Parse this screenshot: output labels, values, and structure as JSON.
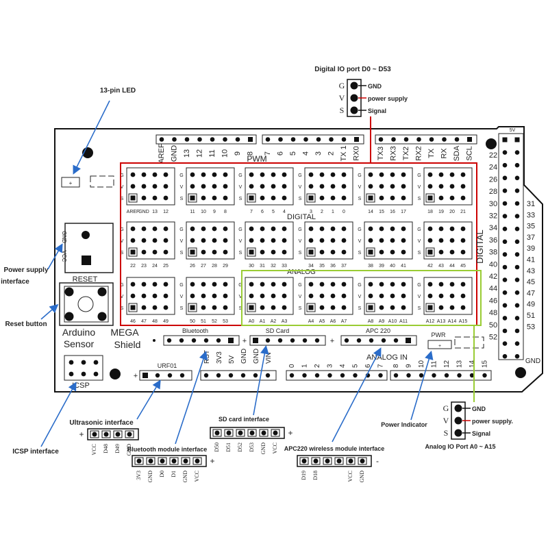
{
  "annotations": {
    "digital_io": "Digital IO port D0 ~ D53",
    "led13": "13-pin LED",
    "power_supply_1": "Power supply",
    "power_supply_2": "interface",
    "reset_button": "Reset button",
    "ultrasonic": "Ultrasonic interface",
    "icsp": "ICSP interface",
    "bluetooth": "Bluetooth module interface",
    "sdcard": "SD card interface",
    "apc220": "APC220 wireless module interface",
    "power_indicator": "Power Indicator",
    "analog_io": "Analog IO Port A0 ~ A15"
  },
  "legend_top": {
    "g": "G",
    "v": "V",
    "s": "S",
    "gnd": "GND",
    "power": "power supply",
    "signal": "Signal"
  },
  "legend_bottom": {
    "g": "G",
    "v": "V",
    "s": "S",
    "gnd": "GND",
    "power": "power supply.",
    "signal": "Signal"
  },
  "board": {
    "pwm": "PWM",
    "digital_mid": "DIGITAL",
    "digital_side": "DIGITAL",
    "analog_faint": "ANALOG",
    "analog_in": "ANALOG IN",
    "reset": "RESET",
    "arduino": "Arduino",
    "sensor": "Sensor",
    "mega": "MEGA",
    "shield": "Shield",
    "icsp": "ICSP",
    "bluetooth": "Bluetooth",
    "sdcard": "SD Card",
    "apc220": "APC 220",
    "urf01": "URF01",
    "pwr": "PWR",
    "gnd_vert": "GND",
    "vcc_vert": "VCC",
    "gnd_corner": "GND",
    "five_v": "5V"
  },
  "top_header": [
    "AREF",
    "GND",
    "13",
    "12",
    "11",
    "10",
    "9",
    "8",
    "7",
    "6",
    "5",
    "4",
    "3",
    "2",
    "TX 1",
    "RX0",
    "TX3",
    "RX3",
    "TX2",
    "RX2",
    "TX",
    "RX",
    "SDA",
    "SCL"
  ],
  "row1_labels": [
    "AREF",
    "GND",
    "13",
    "12",
    "11",
    "10",
    "9",
    "8",
    "7",
    "6",
    "5",
    "4",
    "3",
    "2",
    "1",
    "0",
    "14",
    "15",
    "16",
    "17",
    "18",
    "19",
    "20",
    "21"
  ],
  "row2_labels": [
    "22",
    "23",
    "24",
    "25",
    "26",
    "27",
    "28",
    "29",
    "30",
    "31",
    "32",
    "33",
    "34",
    "35",
    "36",
    "37",
    "38",
    "39",
    "40",
    "41",
    "42",
    "43",
    "44",
    "45"
  ],
  "row3_labels": [
    "46",
    "47",
    "48",
    "49",
    "50",
    "51",
    "52",
    "53",
    "A0",
    "A1",
    "A2",
    "A3",
    "A4",
    "A5",
    "A6",
    "A7",
    "A8",
    "A9",
    "A10",
    "A11",
    "A12",
    "A13",
    "A14",
    "A15"
  ],
  "right_even": [
    "22",
    "24",
    "26",
    "28",
    "30",
    "32",
    "34",
    "36",
    "38",
    "40",
    "42",
    "44",
    "46",
    "48",
    "50",
    "52"
  ],
  "right_odd": [
    "31",
    "33",
    "35",
    "37",
    "39",
    "41",
    "43",
    "45",
    "47",
    "49",
    "51",
    "53"
  ],
  "analog_header": [
    "0",
    "1",
    "2",
    "3",
    "4",
    "5",
    "6",
    "7",
    "8",
    "9",
    "10",
    "11",
    "12",
    "13",
    "14",
    "15"
  ],
  "power_header": [
    "RST",
    "3V3",
    "5V",
    "GND",
    "GND",
    "VIN"
  ],
  "ultrasonic_pins": {
    "plus": "+",
    "list": [
      "VCC",
      "D48",
      "D49",
      "GND"
    ]
  },
  "bluetooth_pins": {
    "plus": "+",
    "list": [
      "3V3",
      "GND",
      "D0",
      "D1",
      "GND",
      "VCC"
    ]
  },
  "sd_pins": {
    "plus": "+",
    "list": [
      "D50",
      "D51",
      "D52",
      "D53",
      "GND",
      "VCC"
    ]
  },
  "apc_pins": {
    "minus": "-",
    "list": [
      "D19",
      "D18",
      "",
      "",
      "VCC",
      "GND"
    ]
  },
  "plus_sign": "+",
  "gvs": [
    "G",
    "V",
    "S"
  ]
}
